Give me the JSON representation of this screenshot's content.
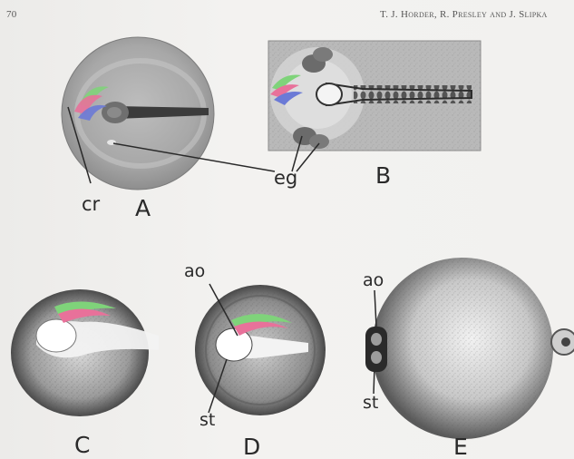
{
  "header": {
    "page_number": "70",
    "authors": "T. J. Horder, R. Presley and J. Slipka"
  },
  "figure": {
    "panel_labels": [
      "A",
      "B",
      "C",
      "D",
      "E"
    ],
    "annotations": {
      "cr": "cr",
      "eg": "eg",
      "ao_d": "ao",
      "st_d": "st",
      "ao_e": "ao",
      "st_e": "st"
    }
  }
}
